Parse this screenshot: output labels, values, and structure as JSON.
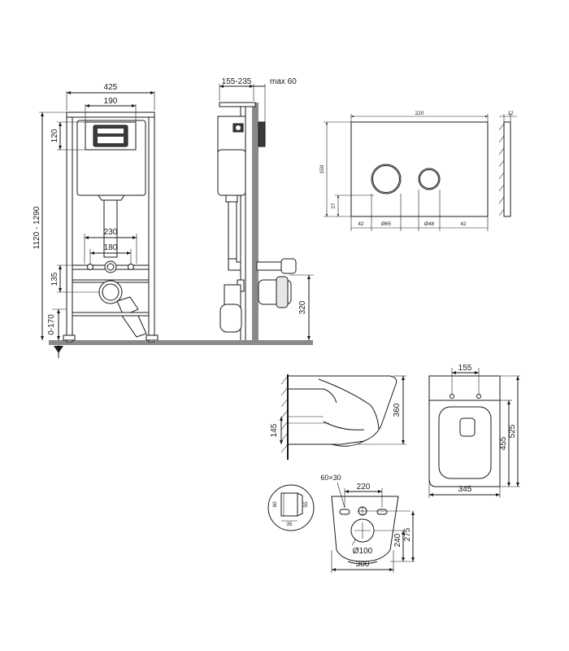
{
  "frame_front": {
    "width": "425",
    "flush_width": "190",
    "height": "1120 - 1290",
    "flush_height": "120",
    "pipe_spacing_outer": "230",
    "pipe_spacing_inner": "180",
    "drain_height": "135",
    "floor_adjust": "0-170"
  },
  "frame_side": {
    "depth": "155-235",
    "max": "max 60",
    "drain_height": "320"
  },
  "flush_plate": {
    "width": "220",
    "height": "150",
    "thickness": "12",
    "offset_bottom": "27",
    "margin_left": "42",
    "big_button": "Ø65",
    "small_button": "Ø48",
    "margin_right": "42"
  },
  "bowl_side": {
    "fixing_height": "145",
    "height": "360"
  },
  "bowl_top": {
    "bolt_spacing": "155",
    "length": "525",
    "inner_length": "455",
    "width": "345"
  },
  "bowl_back": {
    "bolt_slot": "60×30",
    "bolt_spacing": "220",
    "inlet_h": "240",
    "outlet_h": "275",
    "outlet_dia": "Ø100",
    "base_width": "300",
    "sleeve_h_left": "60",
    "sleeve_h_right": "55",
    "sleeve_len": "35"
  },
  "colors": {
    "line": "#1a1a1a",
    "wall": "#8a8a8a",
    "fill": "#e6e6e6"
  }
}
